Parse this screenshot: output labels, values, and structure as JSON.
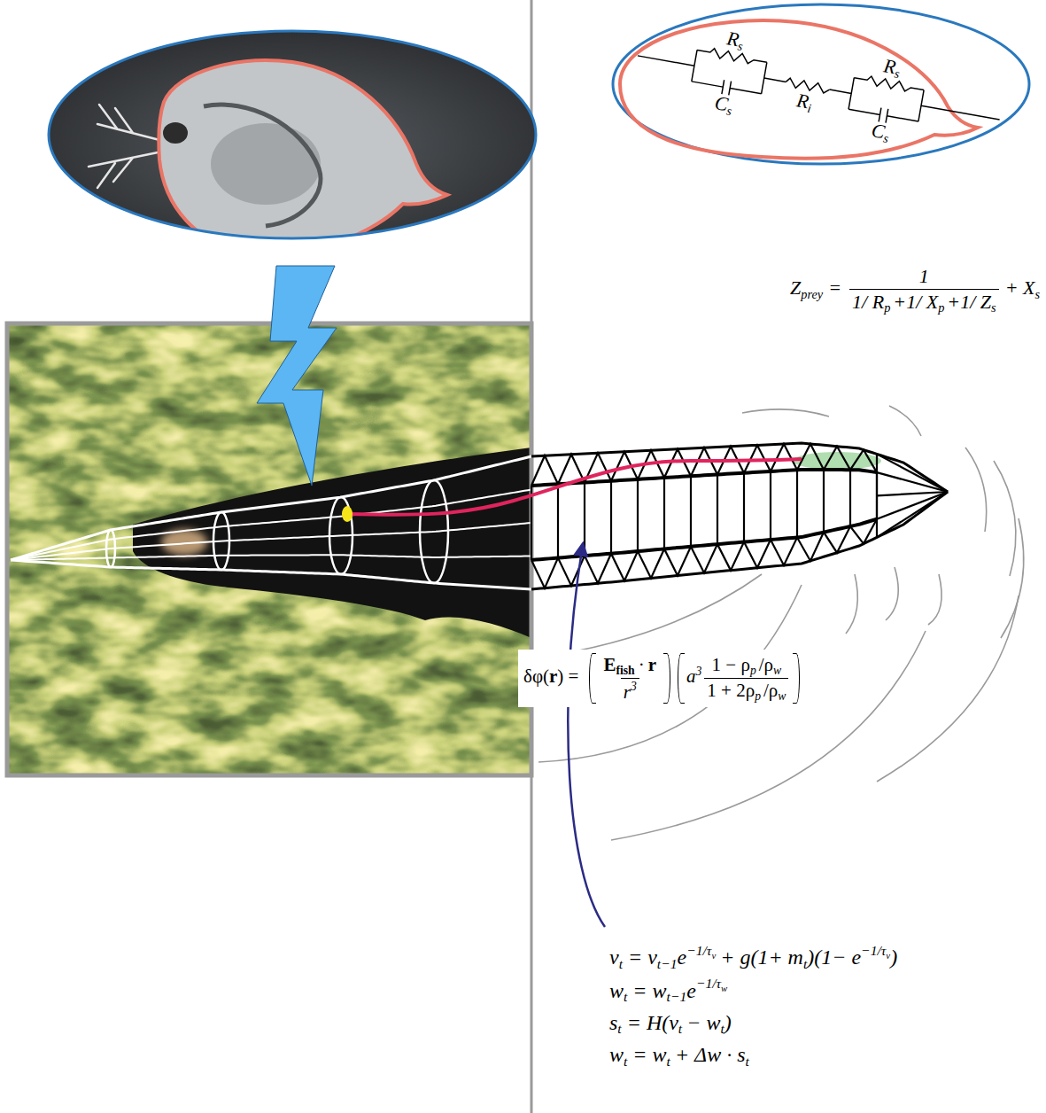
{
  "diagram": {
    "labels": [
      "R",
      "s",
      "C",
      "s",
      "R",
      "i",
      "R",
      "s",
      "C",
      "s",
      "Z",
      "prey",
      "=",
      "1",
      "1/ R",
      "p",
      "+1/ X",
      "p",
      "+1/ Z",
      "s",
      "+ X",
      "s",
      "δφ(",
      "r",
      ") =",
      "E",
      "fish",
      "·",
      "r",
      "r",
      "3",
      "a",
      "3",
      "1 − ρ",
      "p",
      "/ρ",
      "w",
      "1 + 2ρ",
      "p",
      "/ρ",
      "w",
      "v",
      "t",
      "= v",
      "t−1",
      "e",
      "−1/τ",
      "v",
      "+ g(1+ m",
      "t",
      ")(1− e",
      "−1/τ",
      "v",
      ")",
      "w",
      "t",
      "= w",
      "t−1",
      "e",
      "−1/τ",
      "w",
      "s",
      "t",
      "= H(v",
      "t",
      "− w",
      "t",
      ")",
      "w",
      "t",
      "= w",
      "t",
      "+ Δw · s",
      "t"
    ]
  }
}
